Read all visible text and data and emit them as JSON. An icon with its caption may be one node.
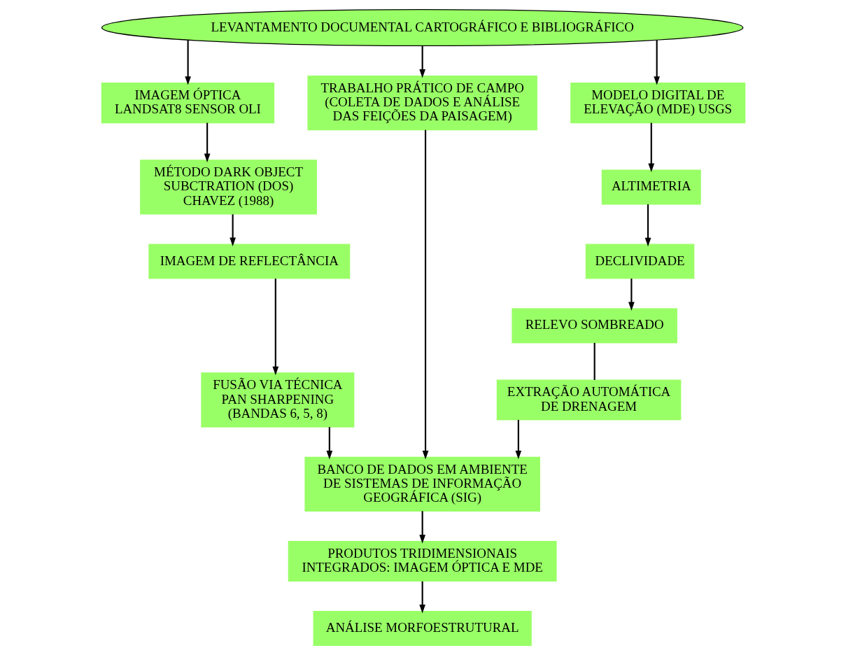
{
  "diagram": {
    "nodes": [
      {
        "text": [
          "LEVANTAMENTO DOCUMENTAL CARTOGRÁFICO E BIBLIOGRÁFICO"
        ]
      },
      {
        "text": [
          "IMAGEM ÓPTICA LANDSAT8 SENSOR OLI"
        ]
      },
      {
        "text": [
          "TRABALHO PRÁTICO DE CAMPO (COLETA DE DADOS E ANÁLISE DAS FEIÇÕES DA PAISAGEM)"
        ]
      },
      {
        "text": [
          "MODELO DIGITAL DE ELEVAÇÃO (MDE) USGS"
        ]
      },
      {
        "text": [
          "MÉTODO DARK OBJECT SUBCTRATION (DOS) CHAVEZ (1988)"
        ]
      },
      {
        "text": [
          "IMAGEM DE REFLECTÂNCIA"
        ]
      },
      {
        "text": [
          "FUSÃO VIA TÉCNICA PAN SHARPENING (BANDAS 6, 5, 8)"
        ]
      },
      {
        "text": [
          "ALTIMETRIA"
        ]
      },
      {
        "text": [
          "DECLIVIDADE"
        ]
      },
      {
        "text": [
          "RELEVO SOMBREADO"
        ]
      },
      {
        "text": [
          "EXTRAÇÃO AUTOMÁTICA DE DRENAGEM"
        ]
      },
      {
        "text": [
          "BANCO DE DADOS EM AMBIENTE DE SISTEMAS DE INFORMAÇÃO GEOGRÁFICA (SIG)"
        ]
      },
      {
        "text": [
          "PRODUTOS TRIDIMENSIONAIS INTEGRADOS: IMAGEM ÓPTICA E MDE"
        ]
      },
      {
        "text": [
          "ANÁLISE MORFOESTRUTURAL"
        ]
      }
    ],
    "edges": [
      {
        "from": 0,
        "to": 1,
        "arrow": "to"
      },
      {
        "from": 0,
        "to": 2,
        "arrow": "to"
      },
      {
        "from": 0,
        "to": 3,
        "arrow": "to"
      },
      {
        "from": 1,
        "to": 4,
        "arrow": "to"
      },
      {
        "from": 4,
        "to": 5,
        "arrow": "to"
      },
      {
        "from": 5,
        "to": 6,
        "arrow": "to"
      },
      {
        "from": 3,
        "to": 7,
        "arrow": "to"
      },
      {
        "from": 7,
        "to": 8,
        "arrow": "to"
      },
      {
        "from": 8,
        "to": 9,
        "arrow": "to"
      },
      {
        "from": 9,
        "to": 10,
        "arrow": "none"
      },
      {
        "from": 6,
        "to": 11,
        "arrow": "to"
      },
      {
        "from": 2,
        "to": 11,
        "arrow": "to"
      },
      {
        "from": 10,
        "to": 11,
        "arrow": "to"
      },
      {
        "from": 11,
        "to": 12,
        "arrow": "to"
      },
      {
        "from": 12,
        "to": 13,
        "arrow": "to"
      }
    ]
  }
}
